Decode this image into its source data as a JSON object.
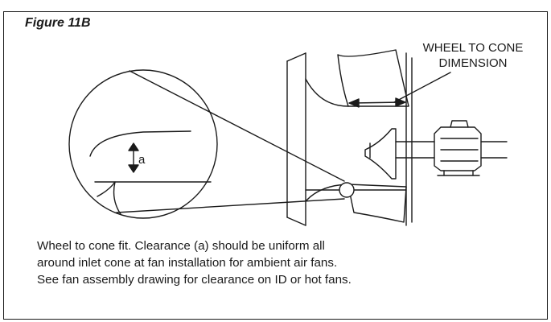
{
  "figure": {
    "title": "Figure 11B",
    "dimension_label_line1": "WHEEL TO CONE",
    "dimension_label_line2": "DIMENSION",
    "clearance_label": "a",
    "caption": [
      "Wheel to cone fit. Clearance (a) should be uniform all",
      "around inlet cone at fan installation for ambient air fans.",
      "See fan assembly drawing for clearance on ID or hot fans."
    ]
  }
}
